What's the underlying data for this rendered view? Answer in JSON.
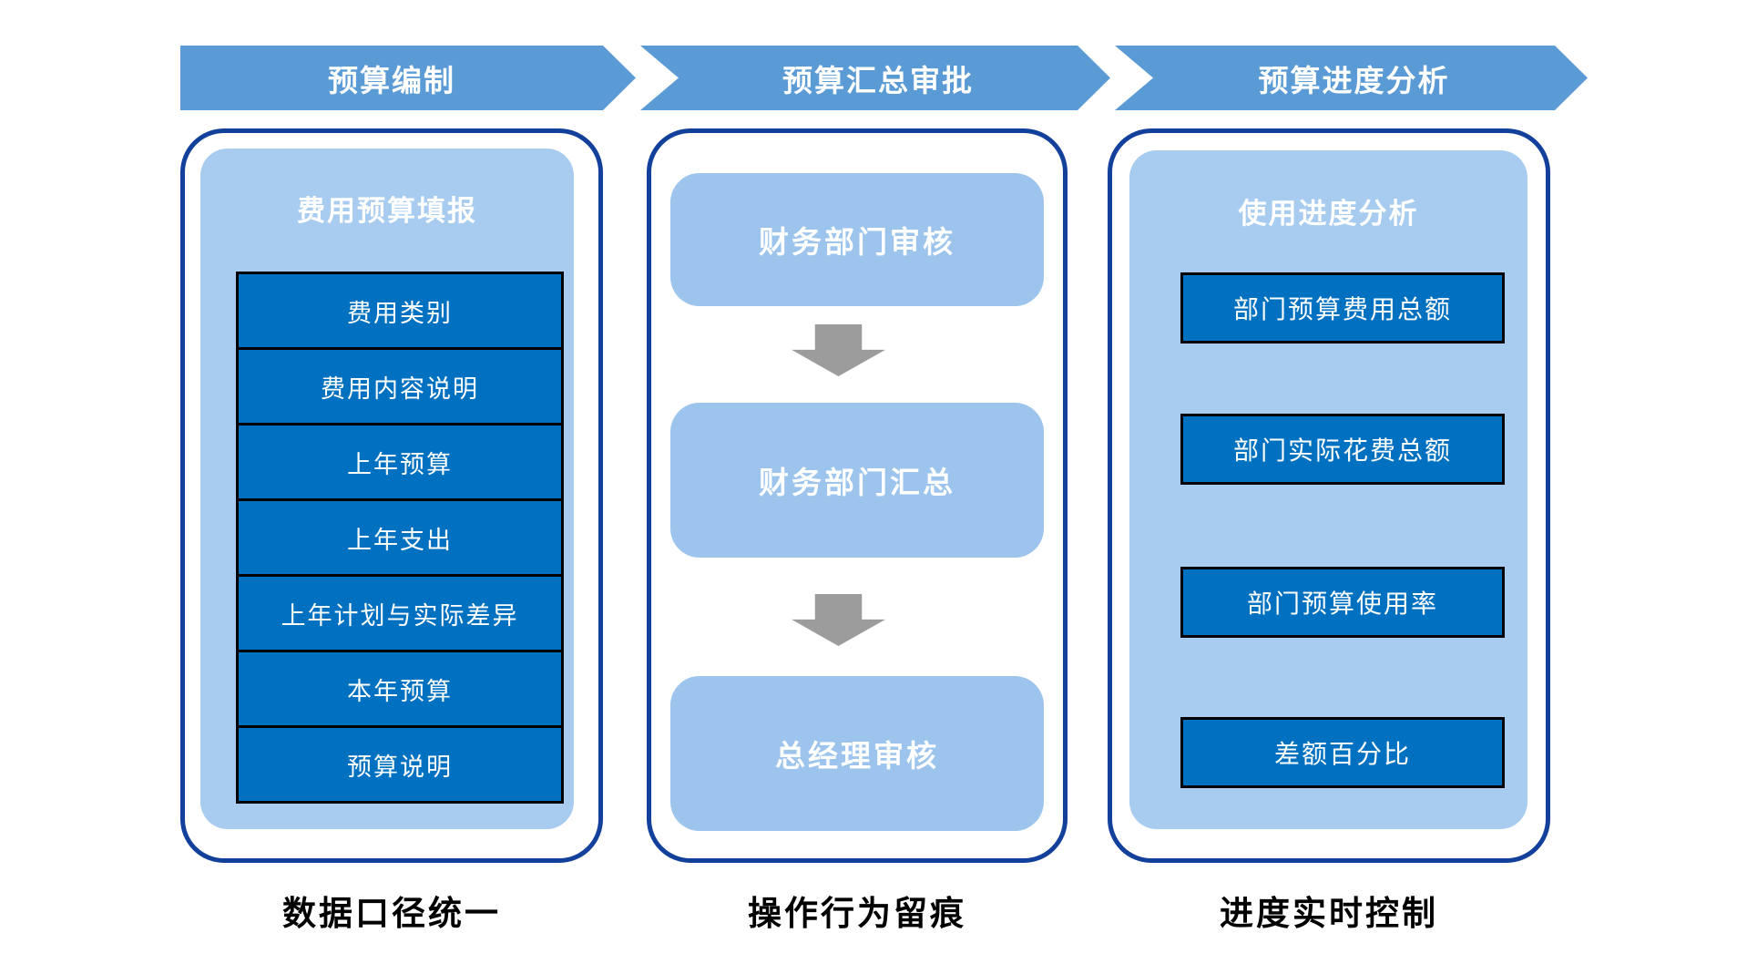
{
  "slide": {
    "background": "#ffffff",
    "colors": {
      "banner_blue": "#5B9BD5",
      "panel_light_blue": "#A8CBF0",
      "flow_light_blue": "#9DC4EC",
      "box_dark_blue": "#0070C0",
      "frame_navy": "#12409B",
      "arrow_gray": "#9C9C9C",
      "text_white": "#ffffff",
      "text_black": "#000000"
    },
    "icons": {
      "flow_connector": "down-arrow"
    }
  },
  "columns": [
    {
      "banner": "预算编制",
      "panel_title": "费用预算填报",
      "table_rows": [
        "费用类别",
        "费用内容说明",
        "上年预算",
        "上年支出",
        "上年计划与实际差异",
        "本年预算",
        "预算说明"
      ],
      "caption": "数据口径统一"
    },
    {
      "banner": "预算汇总审批",
      "flow_steps": [
        "财务部门审核",
        "财务部门汇总",
        "总经理审核"
      ],
      "caption": "操作行为留痕"
    },
    {
      "banner": "预算进度分析",
      "panel_title": "使用进度分析",
      "metric_boxes": [
        "部门预算费用总额",
        "部门实际花费总额",
        "部门预算使用率",
        "差额百分比"
      ],
      "caption": "进度实时控制"
    }
  ]
}
